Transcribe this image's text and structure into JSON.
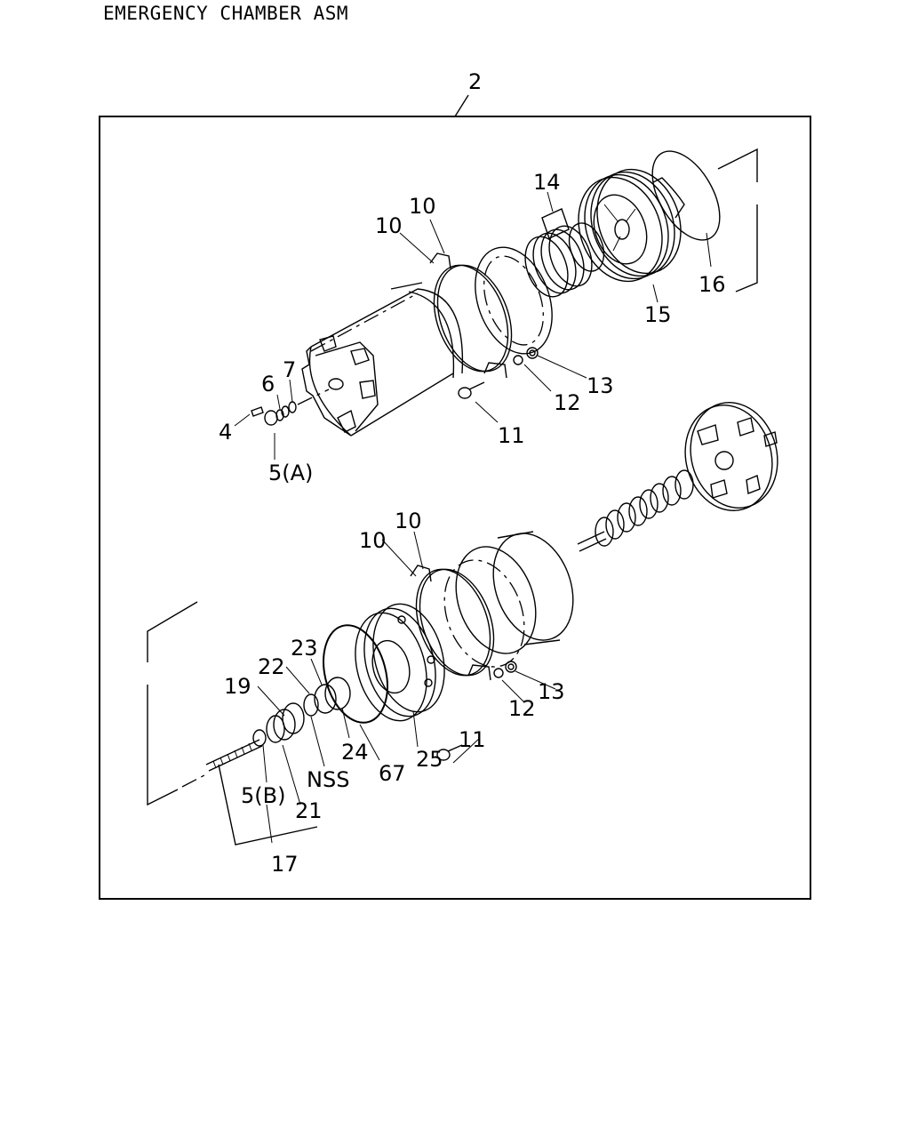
{
  "title": "EMERGENCY CHAMBER ASM",
  "callouts": {
    "c2": "2",
    "c4": "4",
    "c5a": "5(A)",
    "c6": "6",
    "c7": "7",
    "c10a": "10",
    "c10b": "10",
    "c11": "11",
    "c12": "12",
    "c13": "13",
    "c14": "14",
    "c15": "15",
    "c16": "16",
    "c10c": "10",
    "c10d": "10",
    "c11b": "11",
    "c12b": "12",
    "c13b": "13",
    "c17": "17",
    "c19": "19",
    "c21": "21",
    "c22": "22",
    "c23": "23",
    "c24": "24",
    "c25": "25",
    "c5b": "5(B)",
    "cNSS": "NSS",
    "c67": "67"
  }
}
